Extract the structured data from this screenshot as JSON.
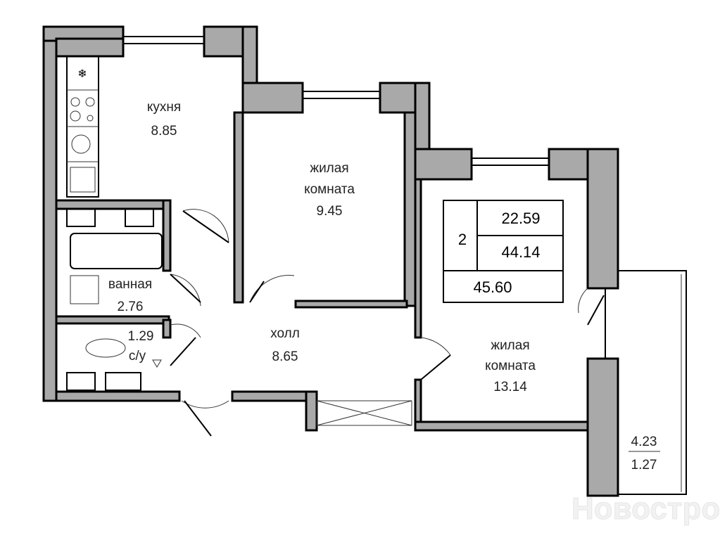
{
  "rooms": {
    "kitchen": {
      "name": "кухня",
      "area": "8.85"
    },
    "living1": {
      "name1": "жилая",
      "name2": "комната",
      "area": "9.45"
    },
    "bath": {
      "name": "ванная",
      "area": "2.76"
    },
    "wc": {
      "area": "1.29",
      "name": "с/у"
    },
    "hall": {
      "name": "холл",
      "area": "8.65"
    },
    "living2": {
      "name1": "жилая",
      "name2": "комната",
      "area": "13.14"
    },
    "balcony": {
      "area": "4.23",
      "reduced_area": "1.27"
    }
  },
  "summary": {
    "rooms_count": "2",
    "living_area": "22.59",
    "total_area_no_balcony": "44.14",
    "total_area": "45.60"
  },
  "watermark": "Новострой-СПб"
}
